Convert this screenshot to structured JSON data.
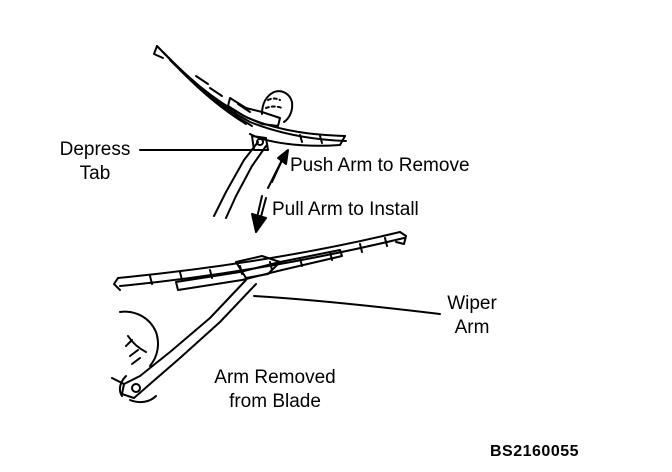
{
  "labels": {
    "depress_tab_line1": "Depress",
    "depress_tab_line2": "Tab",
    "push_arm": "Push Arm to Remove",
    "pull_arm": "Pull Arm to Install",
    "wiper_arm_line1": "Wiper",
    "wiper_arm_line2": "Arm",
    "arm_removed_line1": "Arm Removed",
    "arm_removed_line2": "from Blade"
  },
  "figure_code": "BS2160055",
  "colors": {
    "ink": "#000000",
    "paper": "#ffffff"
  }
}
